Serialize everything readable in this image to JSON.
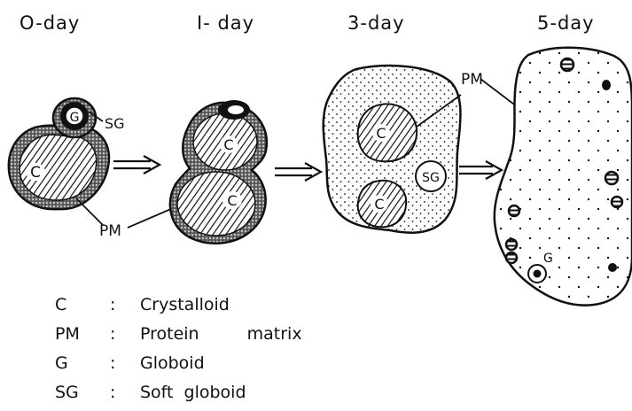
{
  "stages": [
    "O-day",
    "I- day",
    "3-day",
    "5-day"
  ],
  "labels": {
    "sg": "SG",
    "g": "G",
    "c": "C",
    "pm": "PM"
  },
  "legend": [
    {
      "abbr": "C",
      "sep": ":",
      "definition": "Crystalloid"
    },
    {
      "abbr": "PM",
      "sep": ":",
      "definition": "Protein matrix"
    },
    {
      "abbr": "G",
      "sep": ":",
      "definition": "Globoid"
    },
    {
      "abbr": "SG",
      "sep": ":",
      "definition": "Soft globoid"
    }
  ]
}
